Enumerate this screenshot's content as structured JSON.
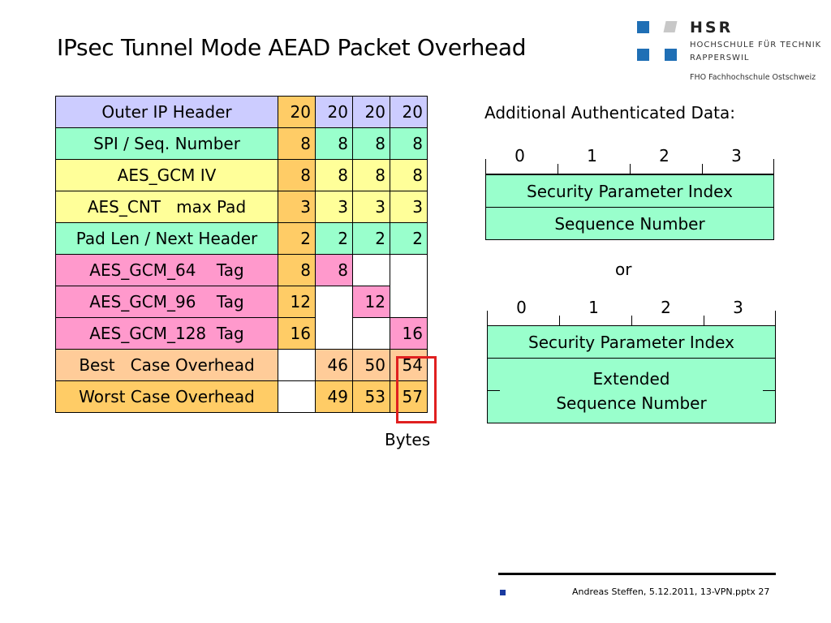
{
  "title": "IPsec Tunnel Mode AEAD Packet Overhead",
  "logo": {
    "name": "HSR",
    "line1": "HOCHSCHULE FÜR TECHNIK",
    "line2": "RAPPERSWIL",
    "line3": "FHO Fachhochschule Ostschweiz"
  },
  "overhead_table": {
    "rows": [
      {
        "label": "Outer IP Header",
        "values": [
          "20",
          "20",
          "20",
          "20"
        ],
        "color": "#ccccff"
      },
      {
        "label": "SPI / Seq. Number",
        "values": [
          "8",
          "8",
          "8",
          "8"
        ],
        "color": "#99ffcc"
      },
      {
        "label": "AES_GCM IV",
        "values": [
          "8",
          "8",
          "8",
          "8"
        ],
        "color": "#ffff99"
      },
      {
        "label": "AES_CNT   max Pad",
        "values": [
          "3",
          "3",
          "3",
          "3"
        ],
        "color": "#ffff99"
      },
      {
        "label": "Pad Len / Next Header",
        "values": [
          "2",
          "2",
          "2",
          "2"
        ],
        "color": "#99ffcc"
      },
      {
        "label": "AES_GCM_64    Tag",
        "values": [
          "8",
          "8",
          "",
          ""
        ],
        "color": "#ff99cc"
      },
      {
        "label": "AES_GCM_96    Tag",
        "values": [
          "12",
          "",
          "12",
          ""
        ],
        "color": "#ff99cc"
      },
      {
        "label": "AES_GCM_128  Tag",
        "values": [
          "16",
          "",
          "",
          "16"
        ],
        "color": "#ff99cc"
      },
      {
        "label": "Best   Case Overhead",
        "values": [
          "",
          "46",
          "50",
          "54"
        ],
        "color": "#ffcc99"
      },
      {
        "label": "Worst Case Overhead",
        "values": [
          "",
          "49",
          "53",
          "57"
        ],
        "color": "#ffcc66"
      }
    ],
    "first_col_color": "#ffcc66",
    "unit": "Bytes"
  },
  "aad": {
    "title": "Additional Authenticated Data:",
    "ruler_labels": [
      "0",
      "1",
      "2",
      "3"
    ],
    "top": {
      "field1": "Security Parameter Index",
      "field2": "Sequence Number"
    },
    "or": "or",
    "bottom": {
      "field1": "Security Parameter Index",
      "field2_line1": "Extended",
      "field2_line2": "Sequence Number"
    },
    "box_color": "#99ffcc"
  },
  "footer": {
    "text": "Andreas Steffen, 5.12.2011, 13-VPN.pptx 27"
  }
}
